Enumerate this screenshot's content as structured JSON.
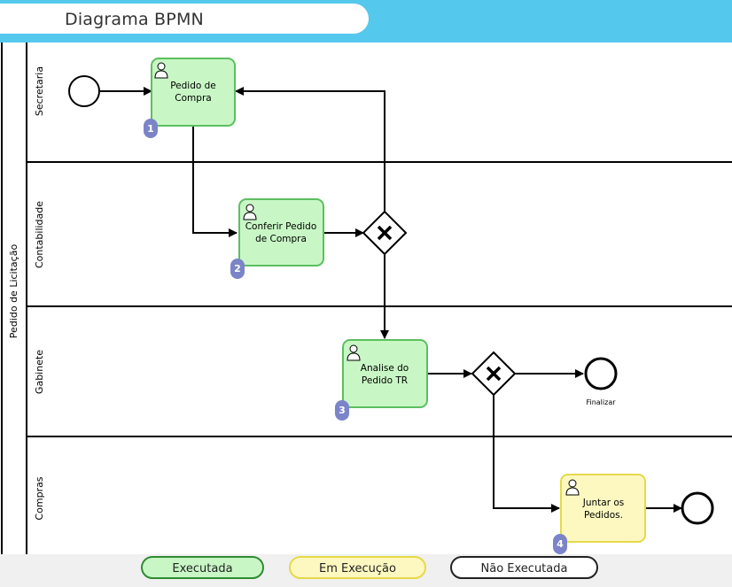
{
  "header": {
    "title": "Diagrama BPMN"
  },
  "pool": {
    "label": "Pedido de Licitação"
  },
  "lanes": [
    {
      "label": "Secretaria"
    },
    {
      "label": "Contabilidade"
    },
    {
      "label": "Gabinete"
    },
    {
      "label": "Compras"
    }
  ],
  "tasks": [
    {
      "line1": "Pedido de",
      "line2": "Compra",
      "badge": "1",
      "status": "Executada"
    },
    {
      "line1": "Conferir Pedido",
      "line2": "de Compra",
      "badge": "2",
      "status": "Executada"
    },
    {
      "line1": "Analise do",
      "line2": "Pedido TR",
      "badge": "3",
      "status": "Executada"
    },
    {
      "line1": "Juntar os",
      "line2": "Pedidos.",
      "badge": "4",
      "status": "Em Execução"
    }
  ],
  "events": {
    "end_label": "Finalizar"
  },
  "legend": {
    "executed": "Executada",
    "running": "Em Execução",
    "not_executed": "Não Executada"
  },
  "colors": {
    "header": "#55c8ed",
    "executed_fill": "#c8f7c5",
    "executed_border": "#5cbf60",
    "running_fill": "#fdf8c0",
    "running_border": "#e6d94a",
    "badge": "#7b84c8"
  }
}
